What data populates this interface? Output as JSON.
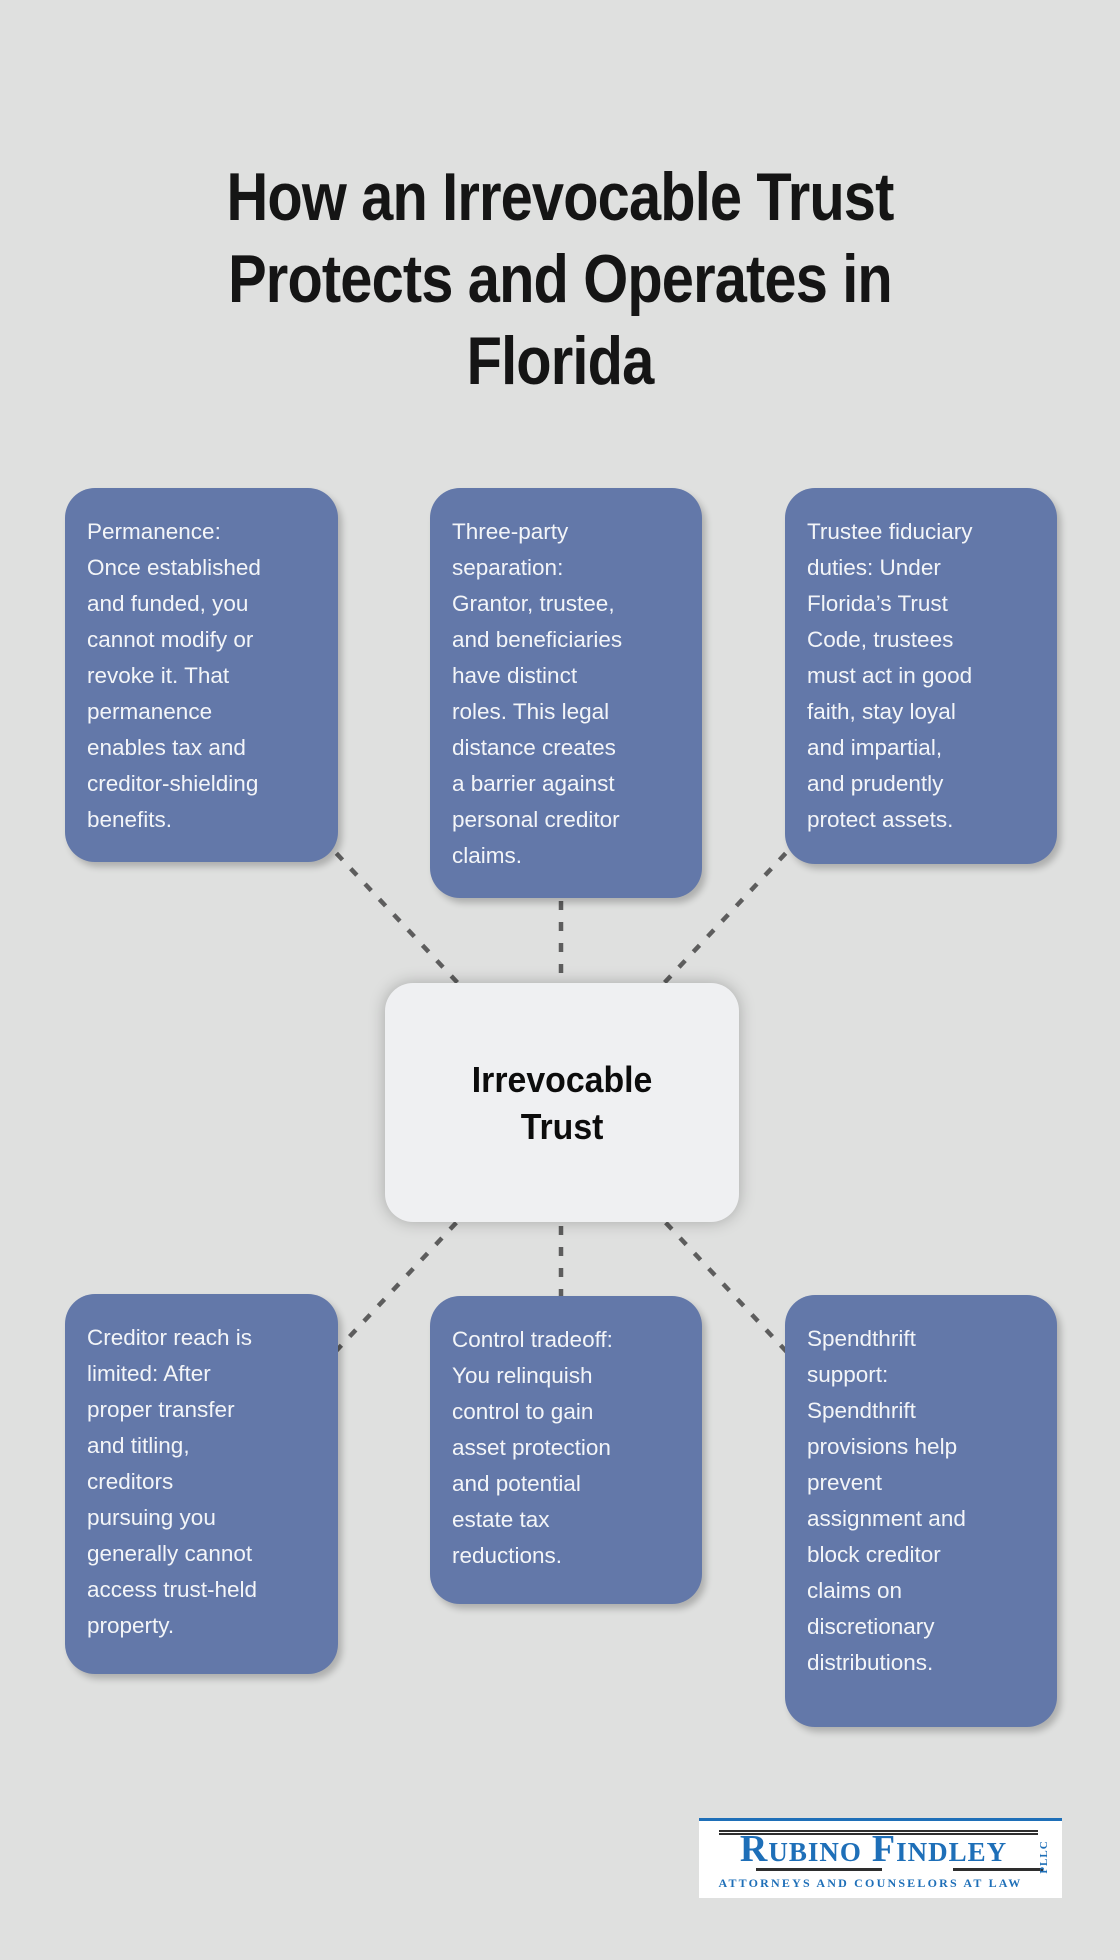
{
  "page": {
    "background_color": "#dfe0df"
  },
  "title": {
    "text": "How an Irrevocable Trust\nProtects and Operates in\nFlorida",
    "color": "#151515"
  },
  "center_node": {
    "label": "Irrevocable\nTrust",
    "fill_color": "#eff0f2",
    "text_color": "#0c0c0c"
  },
  "node_style": {
    "fill_color": "#6378a9",
    "text_color": "#f3f5f8"
  },
  "connectors": {
    "color": "#5d5d5d",
    "style": "dashed"
  },
  "nodes": [
    {
      "name": "permanence",
      "text": "Permanence:\nOnce established\nand funded, you\ncannot modify or\nrevoke it. That\npermanence\nenables tax and\ncreditor-shielding\nbenefits."
    },
    {
      "name": "three-party-separation",
      "text": "Three-party\nseparation:\nGrantor, trustee,\nand beneficiaries\nhave distinct\nroles. This legal\ndistance creates\na barrier against\npersonal creditor\nclaims."
    },
    {
      "name": "trustee-fiduciary-duties",
      "text": "Trustee fiduciary\nduties: Under\nFlorida’s Trust\nCode, trustees\nmust act in good\nfaith, stay loyal\nand impartial,\nand prudently\nprotect assets."
    },
    {
      "name": "creditor-reach-limited",
      "text": "Creditor reach is\nlimited: After\nproper transfer\nand titling,\ncreditors\npursuing you\ngenerally cannot\naccess trust-held\nproperty."
    },
    {
      "name": "control-tradeoff",
      "text": "Control tradeoff:\nYou relinquish\ncontrol to gain\nasset protection\nand potential\nestate tax\nreductions."
    },
    {
      "name": "spendthrift-support",
      "text": "Spendthrift\nsupport:\nSpendthrift\nprovisions help\nprevent\nassignment and\nblock creditor\nclaims on\ndiscretionary\ndistributions."
    }
  ],
  "logo": {
    "word1_initial": "R",
    "word1_rest": "UBINO",
    "word2_initial": "F",
    "word2_rest": "INDLEY",
    "suffix": "PLLC",
    "tagline": "ATTORNEYS AND COUNSELORS AT LAW",
    "blue_color": "#1e6fb8"
  }
}
